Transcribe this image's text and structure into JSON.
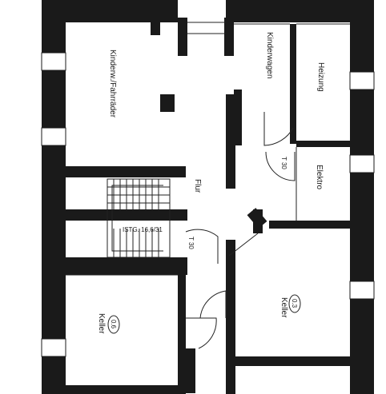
{
  "rooms": {
    "kinderwagen": "Kinderwagen",
    "heizung": "Heizung",
    "kinderw_fahrraeder": "Kinderw./Fahrräder",
    "elektro": "Elektro",
    "flur": "Flur",
    "keller_06": {
      "number": "0.6",
      "name": "Keller"
    },
    "keller_03": {
      "number": "0.3",
      "name": "Keller"
    }
  },
  "doors": {
    "t30_elektro": "T 30",
    "t30_stair": "T 30"
  },
  "stair_note": "ISTG. 16,6/31",
  "colors": {
    "wall": "#1a1a1a",
    "background": "#ffffff",
    "line": "#222222"
  }
}
